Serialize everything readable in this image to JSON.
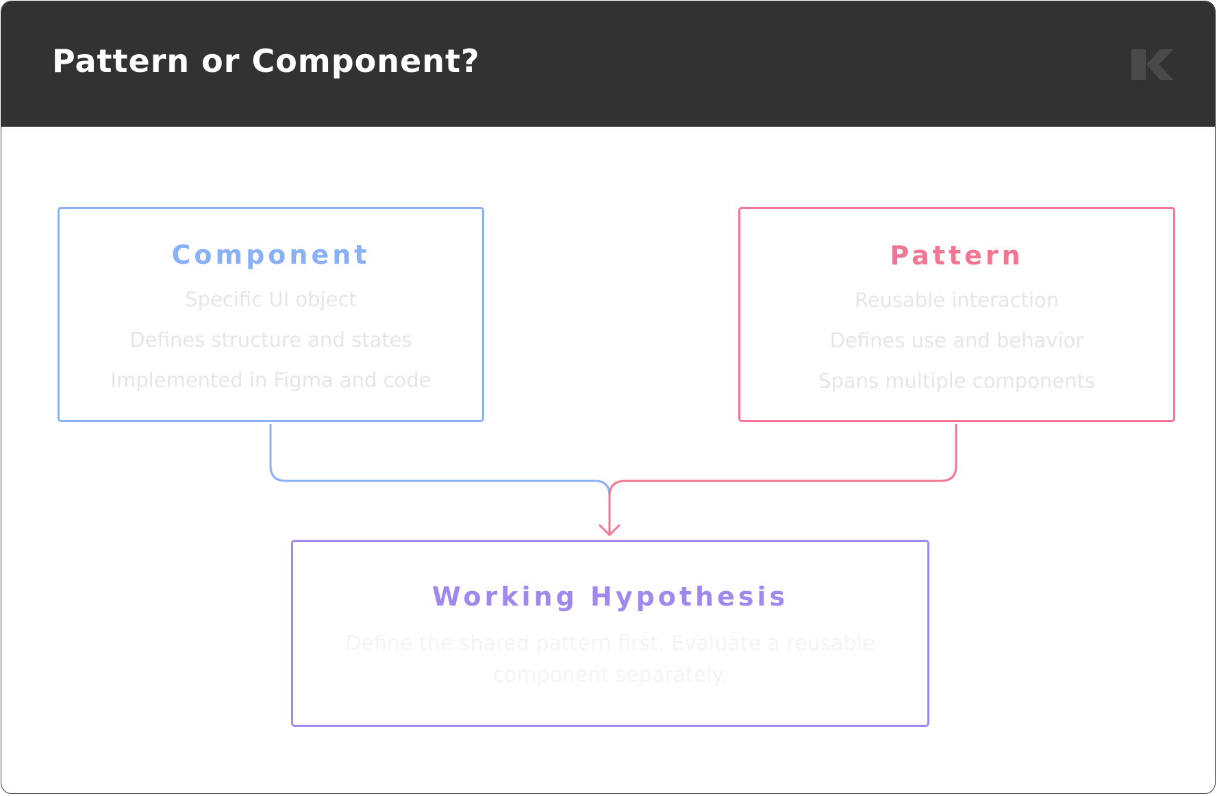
{
  "header": {
    "title": "Pattern or Component?",
    "logo_icon": "k-logo-icon",
    "background": "#323232"
  },
  "component_box": {
    "title": "Component",
    "lines": [
      "Specific UI object",
      "Defines structure and states",
      "Implemented in Figma and code"
    ],
    "accent": "#8ab0f5"
  },
  "pattern_box": {
    "title": "Pattern",
    "lines": [
      "Reusable interaction",
      "Defines use and behavior",
      "Spans multiple components"
    ],
    "accent": "#f27593"
  },
  "hypothesis_box": {
    "title": "Working Hypothesis",
    "body": "Define the shared pattern first. Evaluate a reusable component separately.",
    "accent": "#a188ee"
  },
  "connectors": {
    "from_component_color": "#8ab0f5",
    "from_pattern_color": "#f27593",
    "arrow_icon": "arrow-down-icon"
  }
}
